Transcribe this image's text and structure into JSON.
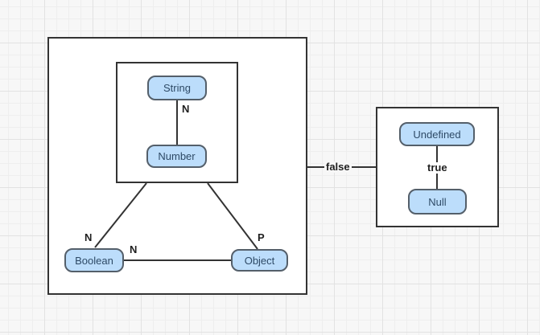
{
  "diagram": {
    "nodes": {
      "string": {
        "label": "String"
      },
      "number": {
        "label": "Number"
      },
      "boolean": {
        "label": "Boolean"
      },
      "object": {
        "label": "Object"
      },
      "undefined": {
        "label": "Undefined"
      },
      "null": {
        "label": "Null"
      }
    },
    "edge_labels": {
      "string_number": "N",
      "boolean_top": "N",
      "boolean_object": "N",
      "object_top": "P",
      "false_branch": "false",
      "true_branch": "true"
    },
    "colors": {
      "node_fill": "#bcddfb",
      "node_border": "#545f6a",
      "node_text": "#2e4a66",
      "line": "#333333",
      "box_border": "#333333",
      "canvas_bg": "#f7f7f7",
      "grid_minor": "#eeeeee",
      "grid_major": "#e2e2e2"
    }
  }
}
